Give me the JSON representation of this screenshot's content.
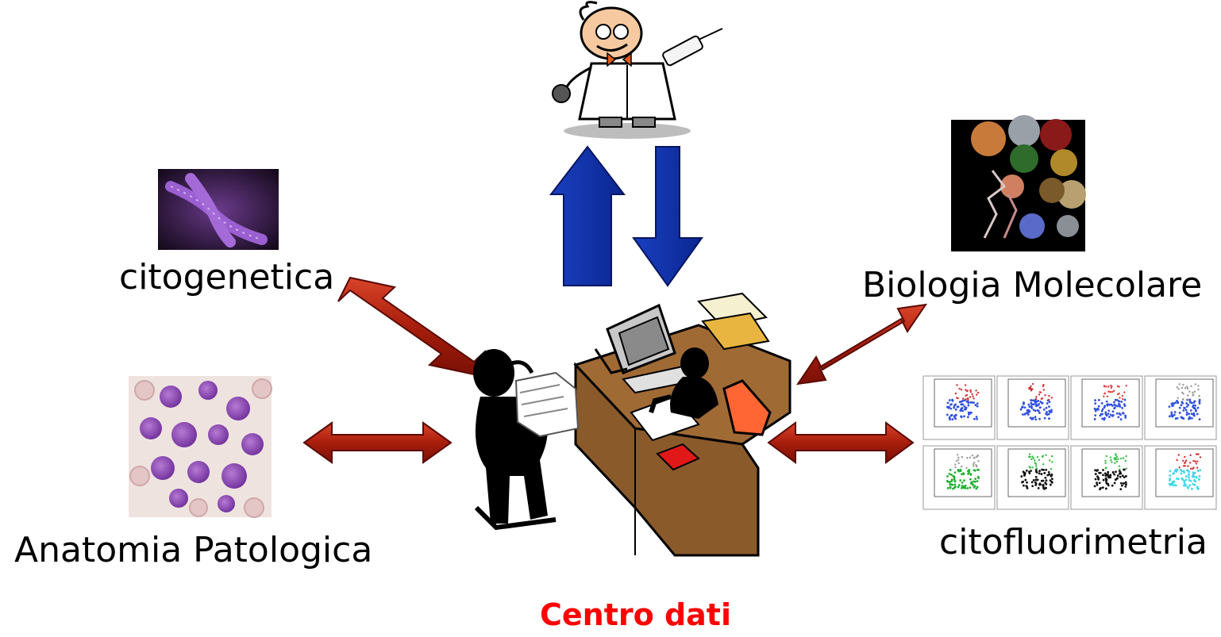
{
  "labels": {
    "citogenetica": "citogenetica",
    "biologia_molecolare": "Biologia Molecolare",
    "anatomia_patologica": "Anatomia Patologica",
    "citofluorimetria": "citofluorimetria",
    "centro_dati": "Centro dati"
  },
  "colors": {
    "blue_arrow": "#0b2aa0",
    "red_arrow": "#b22a10",
    "title_red": "#ff0000",
    "desk_brown": "#8a5a2b",
    "chair_orange": "#ff6633",
    "phone_red": "#e01818"
  },
  "icons": {
    "doctor": "doctor-icon",
    "chromosome": "chromosome-image-icon",
    "molecule": "molecule-image-icon",
    "cells": "blood-cells-image-icon",
    "flow": "flow-cytometry-plots-icon",
    "office": "data-center-office-icon"
  }
}
